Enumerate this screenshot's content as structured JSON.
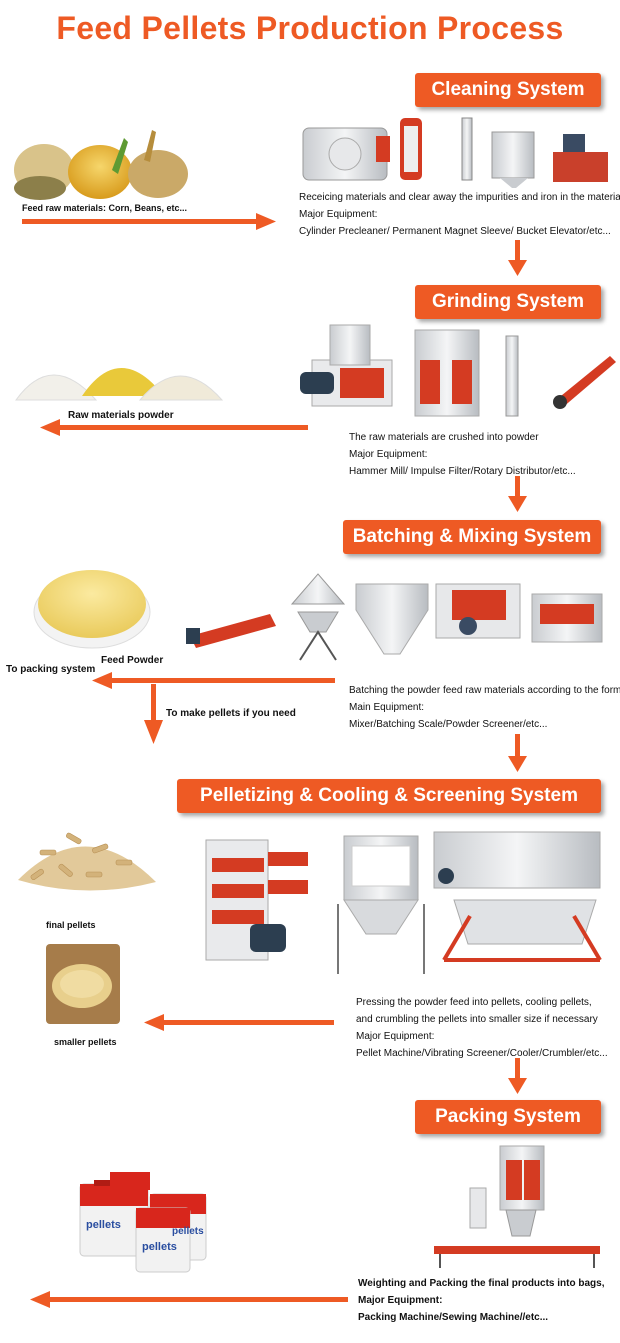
{
  "title": "Feed Pellets Production Process",
  "colors": {
    "accent": "#ee5a24",
    "text": "#111111"
  },
  "stages": [
    {
      "name": "Cleaning System",
      "lines": [
        "Receicing materials and clear away the impurities and iron in the material.",
        "Major Equipment:",
        "Cylinder Precleaner/ Permanent Magnet Sleeve/ Bucket Elevator/etc..."
      ]
    },
    {
      "name": "Grinding System",
      "lines": [
        "The raw materials are crushed into powder",
        "Major Equipment:",
        "Hammer Mill/ Impulse Filter/Rotary Distributor/etc..."
      ]
    },
    {
      "name": "Batching & Mixing System",
      "lines": [
        "Batching the powder feed raw materials according to the formul",
        "Main Equipment:",
        "Mixer/Batching Scale/Powder Screener/etc..."
      ]
    },
    {
      "name": "Pelletizing & Cooling & Screening System",
      "lines": [
        "Pressing the powder feed into pellets, cooling pellets,",
        "and crumbling the pellets into smaller size if necessary",
        "Major Equipment:",
        "Pellet Machine/Vibrating Screener/Cooler/Crumbler/etc..."
      ]
    },
    {
      "name": "Packing System",
      "lines": [
        "Weighting and Packing the final products into bags,",
        "Major Equipment:",
        "Packing Machine/Sewing Machine//etc..."
      ]
    }
  ],
  "labels": {
    "raw_materials": "Feed raw materials: Corn,  Beans, etc...",
    "powder": "Raw materials powder",
    "feed_powder": "Feed Powder",
    "to_packing": "To packing system",
    "to_pellets": "To make pellets if you need",
    "final_pellets": "final pellets",
    "smaller_pellets": "smaller pellets",
    "bag_text": "pellets"
  },
  "icons": [
    "arrow-right-icon",
    "arrow-left-icon",
    "arrow-down-icon"
  ]
}
